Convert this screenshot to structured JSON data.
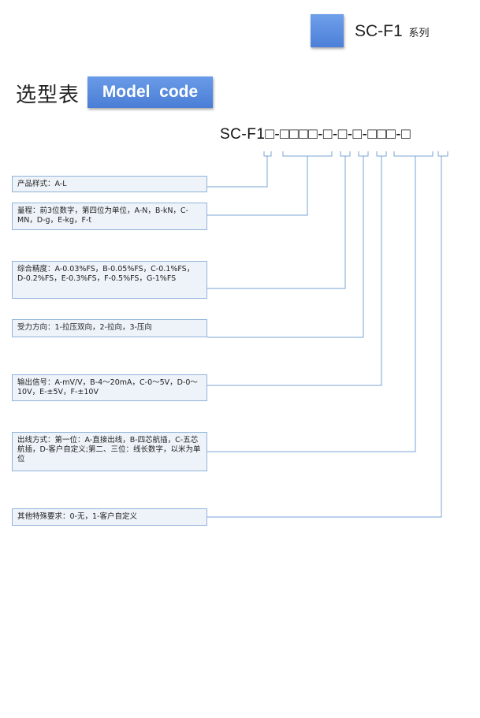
{
  "header": {
    "series_title": "SC-F1",
    "series_suffix": "系列",
    "accent_color": "#5b8de0"
  },
  "section": {
    "title": "选型表",
    "model_code_label": "Model  code"
  },
  "code_string": "SC-F1□-□□□□-□-□-□-□□□-□",
  "options": [
    {
      "name": "product-style",
      "text": "产品样式：A-L"
    },
    {
      "name": "range",
      "text": "量程：前3位数字，第四位为单位，A-N，B-kN，C-MN，D-g，E-kg，F-t"
    },
    {
      "name": "accuracy",
      "text": "综合精度：A-0.03%FS，B-0.05%FS，C-0.1%FS，D-0.2%FS，E-0.3%FS，F-0.5%FS，G-1%FS"
    },
    {
      "name": "force-direction",
      "text": "受力方向：1-拉压双向，2-拉向，3-压向"
    },
    {
      "name": "output-signal",
      "text": "输出信号：A-mV/V，B-4～20mA，C-0～5V，D-0～10V，E-±5V，F-±10V"
    },
    {
      "name": "outlet-method",
      "text": "出线方式：第一位：A-直接出线，B-四芯航插，C-五芯航插，D-客户自定义;第二、三位：线长数字，以米为单位"
    },
    {
      "name": "special-requirements",
      "text": "其他特殊要求：0-无，1-客户自定义"
    }
  ]
}
